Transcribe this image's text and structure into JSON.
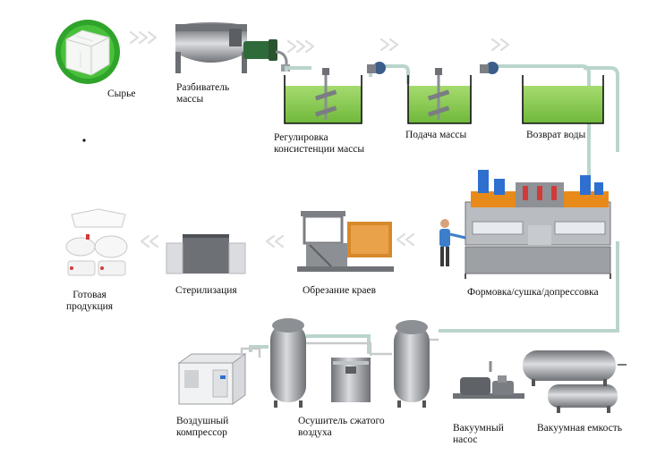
{
  "title": "",
  "steps": {
    "raw": "Сырье",
    "pulper": [
      "Разбиватель",
      "массы"
    ],
    "consistency": [
      "Регулировка",
      "консистенции массы"
    ],
    "feed": "Подача массы",
    "water_return": "Возврат воды",
    "forming": "Формовка/сушка/допрессовка",
    "trimming": "Обрезание краев",
    "sterilization": "Стерилизация",
    "finished": [
      "Готовая",
      "продукция"
    ],
    "air_compressor": [
      "Воздушный",
      "компрессор"
    ],
    "air_dryer": [
      "Осушитель сжатого",
      "воздуха"
    ],
    "vacuum_pump": [
      "Вакуумный",
      "насос"
    ],
    "vacuum_tank": "Вакуумная емкость"
  },
  "colors": {
    "water": "#8fcf5a",
    "pipe": "#b8d8cf",
    "arrow": "#e3e3e3",
    "machine_gray": "#8a8d92",
    "accent_orange": "#e88a1a",
    "accent_blue": "#2e6fd0"
  }
}
